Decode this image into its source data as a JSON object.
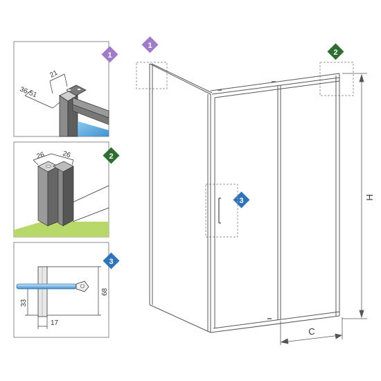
{
  "markers": [
    {
      "label": "1",
      "color": "#a07cc8"
    },
    {
      "label": "2",
      "color": "#2e6e33"
    },
    {
      "label": "3",
      "color": "#2f74b8"
    }
  ],
  "detail1": {
    "dim_top": "21",
    "dim_side": "36-51"
  },
  "detail2": {
    "dim_left": "26",
    "dim_right": "26"
  },
  "detail3": {
    "dim_height": "68",
    "dim_lower": "33",
    "dim_width": "17"
  },
  "main": {
    "label_height": "H",
    "label_width": "C"
  },
  "colors": {
    "glass_blue": "#3d9fdc",
    "floor_green": "#b8d86a",
    "frame_grey": "#6a6a6a"
  }
}
